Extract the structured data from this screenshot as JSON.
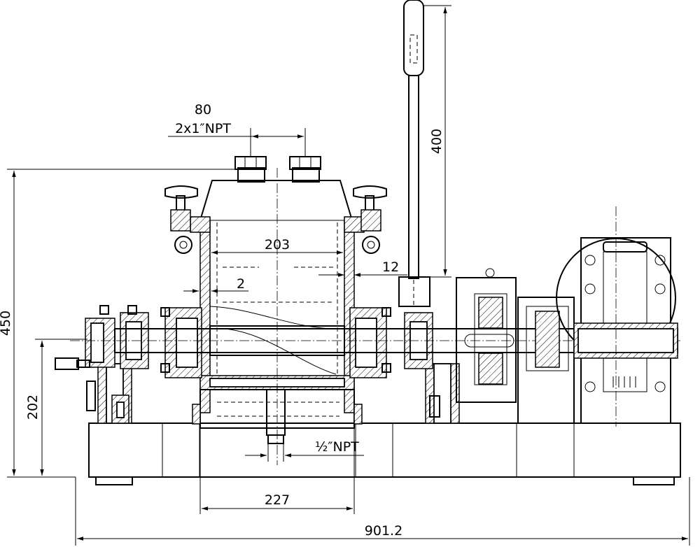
{
  "dimensions": {
    "total_length": "901.2",
    "cylinder_outer": "227",
    "cylinder_inner": "203",
    "wall": "12",
    "gap": "2",
    "overall_height": "450",
    "shaft_height": "202",
    "handle_length": "400",
    "ports_spacing": "80",
    "ports_spec": "2x1″NPT",
    "drain_spec": "½″NPT"
  }
}
